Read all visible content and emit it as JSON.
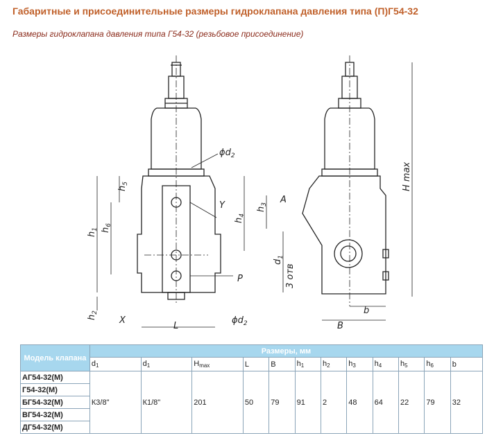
{
  "title": "Габаритные и присоединительные размеры гидроклапана давления типа (П)Г54-32",
  "subtitle": "Размеры гидроклапана давления типа Г54-32 (резьбовое присоединение)",
  "drawing_labels": {
    "d2_top": "d",
    "d2_top_sub": "2",
    "d2_bottom": "d",
    "d2_bottom_sub": "2",
    "h5": "h",
    "h5_sub": "5",
    "h6": "h",
    "h6_sub": "6",
    "h1": "h",
    "h1_sub": "1",
    "h2": "h",
    "h2_sub": "2",
    "h4": "h",
    "h4_sub": "4",
    "h3": "h",
    "h3_sub": "3",
    "d1": "d",
    "d1_sub": "1",
    "holes": "3 отв",
    "y": "Y",
    "p": "P",
    "x": "X",
    "l": "L",
    "a": "A",
    "b_upper": "B",
    "b_lower": "b",
    "hmax": "H max"
  },
  "table": {
    "model_header": "Модель клапана",
    "sizes_header": "Размеры, мм",
    "columns": [
      {
        "base": "d",
        "sub": "1"
      },
      {
        "base": "d",
        "sub": "1"
      },
      {
        "base": "H",
        "sub": "max"
      },
      {
        "base": "L",
        "sub": ""
      },
      {
        "base": "B",
        "sub": ""
      },
      {
        "base": "h",
        "sub": "1"
      },
      {
        "base": "h",
        "sub": "2"
      },
      {
        "base": "h",
        "sub": "3"
      },
      {
        "base": "h",
        "sub": "4"
      },
      {
        "base": "h",
        "sub": "5"
      },
      {
        "base": "h",
        "sub": "6"
      },
      {
        "base": "b",
        "sub": ""
      }
    ],
    "models": [
      "АГ54-32(М)",
      "Г54-32(М)",
      "БГ54-32(М)",
      "ВГ54-32(М)",
      "ДГ54-32(М)"
    ],
    "values": [
      "К3/8\"",
      "К1/8\"",
      "201",
      "50",
      "79",
      "91",
      "2",
      "48",
      "64",
      "22",
      "79",
      "32"
    ]
  }
}
